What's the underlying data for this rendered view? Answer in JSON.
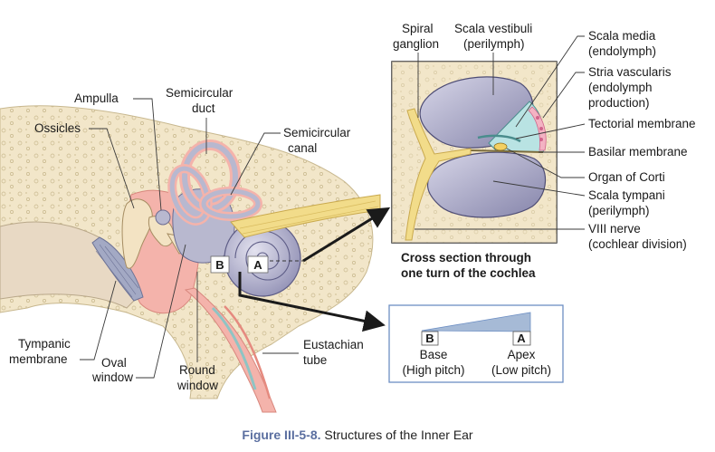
{
  "labels": {
    "ampulla": "Ampulla",
    "semicircular_duct": [
      "Semicircular",
      "duct"
    ],
    "ossicles": "Ossicles",
    "semicircular_canal": [
      "Semicircular",
      "canal"
    ],
    "tympanic_membrane": [
      "Tympanic",
      "membrane"
    ],
    "oval_window": [
      "Oval",
      "window"
    ],
    "round_window": [
      "Round",
      "window"
    ],
    "eustachian_tube": [
      "Eustachian",
      "tube"
    ],
    "marker_a": "A",
    "marker_b": "B"
  },
  "cross_section": {
    "spiral_ganglion": [
      "Spiral",
      "ganglion"
    ],
    "scala_vestibuli": [
      "Scala vestibuli",
      "(perilymph)"
    ],
    "scala_media": [
      "Scala media",
      "(endolymph)"
    ],
    "stria_vascularis": [
      "Stria vascularis",
      "(endolymph",
      "production)"
    ],
    "tectorial_membrane": "Tectorial membrane",
    "basilar_membrane": "Basilar membrane",
    "organ_of_corti": "Organ of Corti",
    "scala_tympani": [
      "Scala tympani",
      "(perilymph)"
    ],
    "viii_nerve": [
      "VIII nerve",
      "(cochlear division)"
    ],
    "title": [
      "Cross section through",
      "one turn of the cochlea"
    ]
  },
  "basilar_inset": {
    "letter_b": "B",
    "letter_a": "A",
    "base": [
      "Base",
      "(High pitch)"
    ],
    "apex": [
      "Apex",
      "(Low pitch)"
    ]
  },
  "caption": {
    "figure_number": "Figure III-5-8.",
    "title": "Structures of the Inner Ear"
  },
  "colors": {
    "bone": "#f2e6c9",
    "flesh": "#f4b3ab",
    "canal": "#b8b8cf",
    "nerve": "#f2dc8a",
    "inset_border": "#6d8fc4",
    "inset_fill": "#a6bad6"
  }
}
